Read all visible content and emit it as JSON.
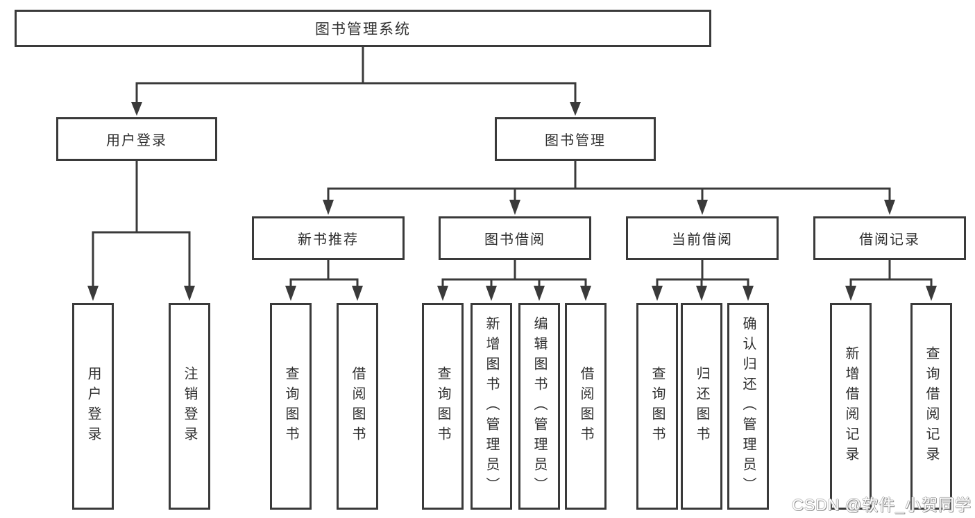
{
  "diagram": {
    "title": "图书管理系统",
    "level2": {
      "user_login": {
        "label": "用户登录",
        "children": [
          "用户登录",
          "注销登录"
        ]
      },
      "book_management": {
        "label": "图书管理",
        "modules": [
          {
            "label": "新书推荐",
            "children": [
              "查询图书",
              "借阅图书"
            ]
          },
          {
            "label": "图书借阅",
            "children": [
              "查询图书",
              "新增图书（管理员）",
              "编辑图书（管理员）",
              "借阅图书"
            ]
          },
          {
            "label": "当前借阅",
            "children": [
              "查询图书",
              "归还图书",
              "确认归还（管理员）"
            ]
          },
          {
            "label": "借阅记录",
            "children": [
              "新增借阅记录",
              "查询借阅记录"
            ]
          }
        ]
      }
    }
  },
  "watermark": {
    "text": "CSDN @软件_小贺同学"
  },
  "colors": {
    "line": "#3a3a3a",
    "box_border": "#3a3a3a",
    "box_fill": "#ffffff",
    "text": "#2f2f2f",
    "background": "#ffffff",
    "watermark_fill": "#ffffff",
    "watermark_outline": "#9a9a9a"
  }
}
